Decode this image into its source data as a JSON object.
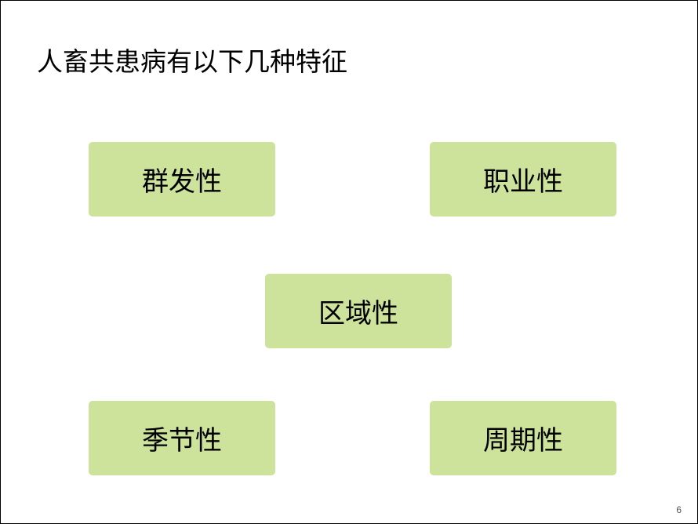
{
  "slide": {
    "title": "人畜共患病有以下几种特征",
    "features": [
      {
        "label": "群发性"
      },
      {
        "label": "职业性"
      },
      {
        "label": "区域性"
      },
      {
        "label": "季节性"
      },
      {
        "label": "周期性"
      }
    ],
    "page_number": "6"
  },
  "colors": {
    "box_fill": "#cde29a",
    "background": "#ffffff",
    "text": "#000000"
  }
}
